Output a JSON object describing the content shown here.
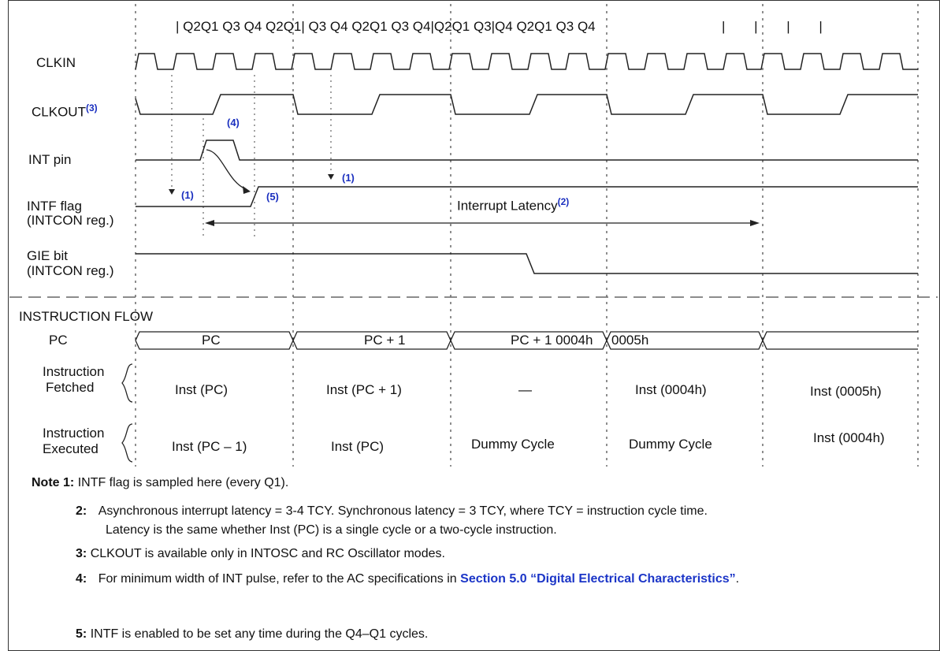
{
  "header": {
    "qlabels": "| Q2Q1 Q3 Q4 Q2Q1| Q3 Q4 Q2Q1 Q3 Q4|Q2Q1 Q3|Q4 Q2Q1 Q3 Q4",
    "tail_ticks": "|      |      |      |"
  },
  "signals": {
    "clkin": "CLKIN",
    "clkout": "CLKOUT",
    "clkout_sup": "(3)",
    "int_pin": "INT pin",
    "intf_flag_1": "INTF flag",
    "intf_flag_2": "(INTCON reg.)",
    "gie_1": "GIE bit",
    "gie_2": "(INTCON reg.)"
  },
  "annotations": {
    "a4": "(4)",
    "a1_left": "(1)",
    "a1_right": "(1)",
    "a5": "(5)",
    "latency": "Interrupt Latency",
    "latency_sup": "(2)"
  },
  "flow": {
    "title": "INSTRUCTION FLOW",
    "pc_label": "PC",
    "pc_values": [
      "PC",
      "PC + 1",
      "PC + 1 0004h",
      "0005h"
    ],
    "fetched_label_1": "Instruction",
    "fetched_label_2": "Fetched",
    "fetched": [
      "Inst (PC)",
      "Inst (PC + 1)",
      "—",
      "Inst (0004h)",
      "Inst (0005h)"
    ],
    "executed_label_1": "Instruction",
    "executed_label_2": "Executed",
    "executed": [
      "Inst (PC – 1)",
      "Inst (PC)",
      "Dummy Cycle",
      "Dummy Cycle",
      "Inst (0004h)"
    ]
  },
  "notes": {
    "n1_head": "Note 1:",
    "n1_text": "INTF flag is sampled here (every Q1).",
    "n2_head": "2:",
    "n2_text": "Asynchronous interrupt latency = 3-4 TCY. Synchronous latency = 3 TCY, where TCY = instruction cycle time.",
    "n2_text_b": "Latency is the same whether Inst (PC) is a single cycle or a two-cycle instruction.",
    "n3_head": "3:",
    "n3_text": "CLKOUT is available only in INTOSC and RC Oscillator modes.",
    "n4_head": "4:",
    "n4_text": "For minimum width of INT pulse, refer to the AC specifications in",
    "n4_link": "Section 5.0 “Digital Electrical Characteristics”",
    "n4_end": ".",
    "n5_head": "5:",
    "n5_text": "INTF is enabled to be set any time during the Q4–Q1 cycles."
  }
}
